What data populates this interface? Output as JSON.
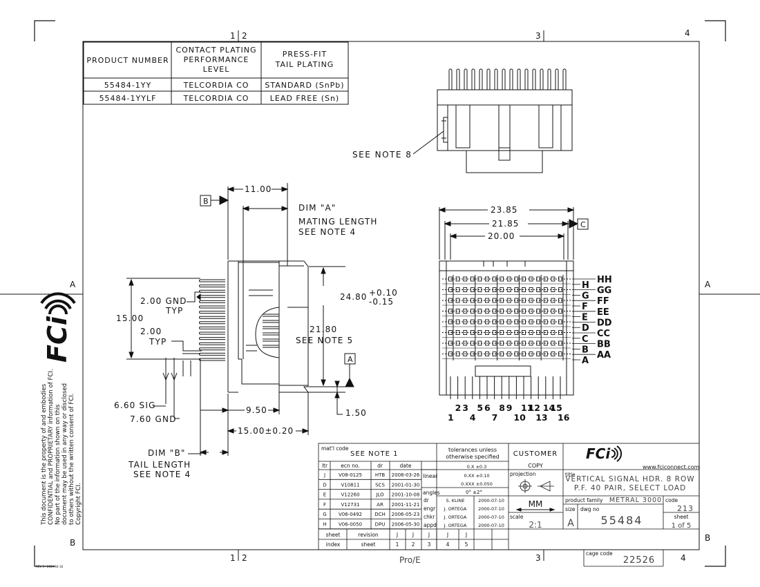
{
  "grid": {
    "top_cols": [
      "1",
      "2",
      "3",
      "4"
    ],
    "bottom_cols": [
      "1",
      "2",
      "3",
      "4"
    ],
    "rows": [
      "A",
      "B"
    ]
  },
  "product_table": {
    "headers": [
      "PRODUCT NUMBER",
      [
        "CONTACT PLATING",
        "PERFORMANCE",
        "LEVEL"
      ],
      [
        "PRESS-FIT",
        "TAIL PLATING"
      ]
    ],
    "rows": [
      [
        "55484-1YY",
        "TELCORDIA CO",
        "STANDARD (SnPb)"
      ],
      [
        "55484-1YYLF",
        "TELCORDIA CO",
        "LEAD FREE (Sn)"
      ]
    ]
  },
  "notes": {
    "see_note_8": "SEE NOTE 8"
  },
  "side_view": {
    "datum_b": "B",
    "dim_11": "11.00",
    "dim_a": [
      "DIM \"A\"",
      "MATING LENGTH",
      "SEE NOTE 4"
    ],
    "dim_24": "24.80",
    "tol_plus": "+0.10",
    "tol_minus": "-0.15",
    "dim_2gnd": [
      "2.00 GND",
      "TYP"
    ],
    "dim_15": "15.00",
    "dim_2typ": [
      "2.00",
      "TYP"
    ],
    "dim_21": [
      "21.80",
      "SEE NOTE 5"
    ],
    "datum_a": "A",
    "dim_660": "6.60 SIG",
    "dim_760": "7.60 GND",
    "dim_950": "9.50",
    "dim_150": "1.50",
    "dim_1500": "15.00±0.20",
    "dim_b": [
      "DIM \"B\"",
      "TAIL LENGTH",
      "SEE NOTE 4"
    ]
  },
  "end_view": {
    "dim_2385": "23.85",
    "dim_2185": "21.85",
    "dim_2000": "20.00",
    "datum_c": "C",
    "row_labels": [
      "HH",
      "H",
      "GG",
      "G",
      "FF",
      "F",
      "EE",
      "E",
      "DD",
      "D",
      "CC",
      "C",
      "BB",
      "B",
      "AA",
      "A"
    ],
    "col_top": [
      "2",
      "3",
      "5",
      "6",
      "8",
      "9",
      "11",
      "12",
      "14",
      "15"
    ],
    "col_bottom": [
      "1",
      "4",
      "7",
      "10",
      "13",
      "16"
    ]
  },
  "logo": {
    "text": "FCi"
  },
  "confidential": [
    "This document is the property of and embodies",
    "CONFIDENTIAL and PROPRIETARY information of FCI.",
    "No part of the information shown on this",
    "document may be used in any way or disclosed",
    "to others without the written consent of FCI.",
    "Copyright FCI."
  ],
  "rev_stamp": "REV 3 - 2004-04-18",
  "title_block": {
    "matl_label": "mat'l code",
    "matl_value": "SEE NOTE 1",
    "tolerances": [
      "tolerances unless",
      "otherwise specified"
    ],
    "customer": "CUSTOMER",
    "copy": "COPY",
    "website": "www.fciconnect.com",
    "rev_headers": [
      "ltr",
      "ecn no.",
      "dr",
      "date"
    ],
    "revisions": [
      [
        "J",
        "V08-0125",
        "HTB",
        "2008-03-26"
      ],
      [
        "D",
        "V10811",
        "SCS",
        "2001-01-30"
      ],
      [
        "E",
        "V12260",
        "JLO",
        "2001-10-08"
      ],
      [
        "F",
        "V12731",
        "AR",
        "2001-11-21"
      ],
      [
        "G",
        "V06-0492",
        "DCH",
        "2006-05-23"
      ],
      [
        "H",
        "V06-0050",
        "DPU",
        "2006-05-30"
      ]
    ],
    "linear_label": "linear",
    "linear_values": [
      "0.X ±0.3",
      "0.XX ±0.10",
      "0.XXX ±0.050"
    ],
    "angles_label": "angles",
    "angles_value": "0° ±2°",
    "approvals": [
      [
        "dr",
        "S. KLINE",
        "2000-07-10"
      ],
      [
        "engr",
        "J. ORTEGA",
        "2000-07-10"
      ],
      [
        "chkr",
        "J. ORTEGA",
        "2000-07-10"
      ],
      [
        "appd",
        "J. ORTEGA",
        "2000-07-10"
      ]
    ],
    "projection": "projection",
    "units": "MM",
    "scale_label": "scale",
    "scale_value": "2:1",
    "title_label": "title",
    "title_lines": [
      "VERTICAL SIGNAL HDR. 8 ROW",
      "P.F. 40 PAIR, SELECT LOAD"
    ],
    "product_family_label": "product family",
    "product_family": "METRAL 3000",
    "code_label": "code",
    "code_value": "213",
    "size_label": "size",
    "size_value": "A",
    "dwg_label": "dwg no",
    "dwg_value": "55484",
    "sheet_label": "sheet",
    "sheet_value": "1 of 5",
    "sheet_row_label": "sheet",
    "revision_label": "revision",
    "index_label": "index",
    "sheet2_label": "sheet",
    "sheet_revs": [
      "J",
      "J",
      "J",
      "J",
      "J"
    ],
    "sheet_nums": [
      "1",
      "2",
      "3",
      "4",
      "5"
    ],
    "cage_label": "cage code",
    "cage_value": "22526",
    "software": "Pro/E"
  }
}
